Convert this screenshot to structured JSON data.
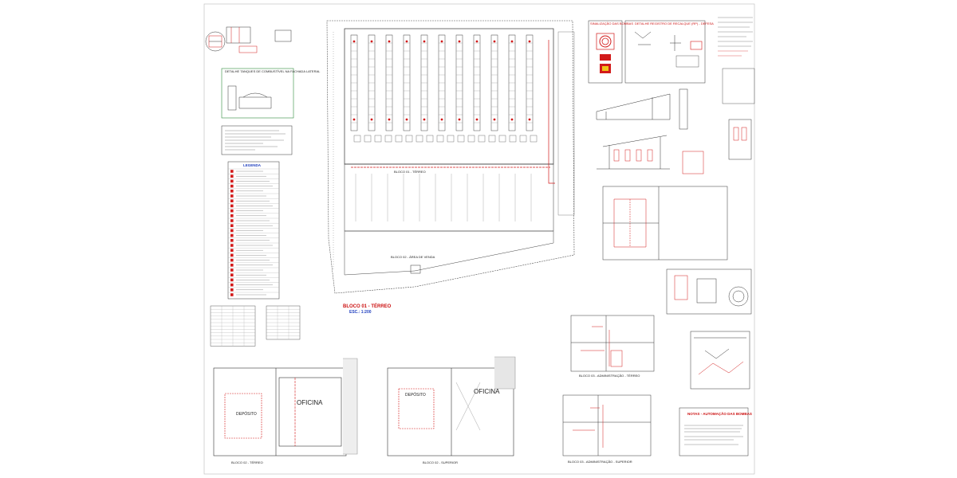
{
  "colors": {
    "paper": "#ffffff",
    "line": "#3a3a3a",
    "fire_red": "#d21a1a",
    "note_green": "#2f8a3c",
    "title_blue": "#1f3fbf"
  },
  "main_plan": {
    "title": "BLOCO 01 - TÉRREO",
    "scale": "ESC.: 1:200",
    "street_label": "BLOCO 01 - TÉRREO",
    "road_label": "BLOCO 02 - ÁREA DE VENDA",
    "legend_title": "LEGENDA"
  },
  "bottom_plans": [
    {
      "label": "BLOCO 02 - TÉRREO",
      "room1": "DEPÓSITO",
      "room2": "OFICINA"
    },
    {
      "label": "BLOCO 02 - SUPERIOR",
      "room1": "DEPÓSITO",
      "room2": "OFICINA"
    },
    {
      "label": "BLOCO 03 - ADMINISTRAÇÃO - TÉRREO"
    },
    {
      "label": "BLOCO 03 - ADMINISTRAÇÃO - SUPERIOR"
    }
  ],
  "detail_boxes": {
    "sinalizacao_title": "SINALIZAÇÃO DAS BOMBAS",
    "hidrante_title": "DETALHE REGISTRO DE RECALQUE (RP) - DEFESA",
    "tanque_title": "DETALHE TANQUES DE COMBUSTÍVEL NA FACHADA LATERAL",
    "automacao_title": "NOTAS - AUTOMAÇÃO DAS BOMBAS"
  }
}
